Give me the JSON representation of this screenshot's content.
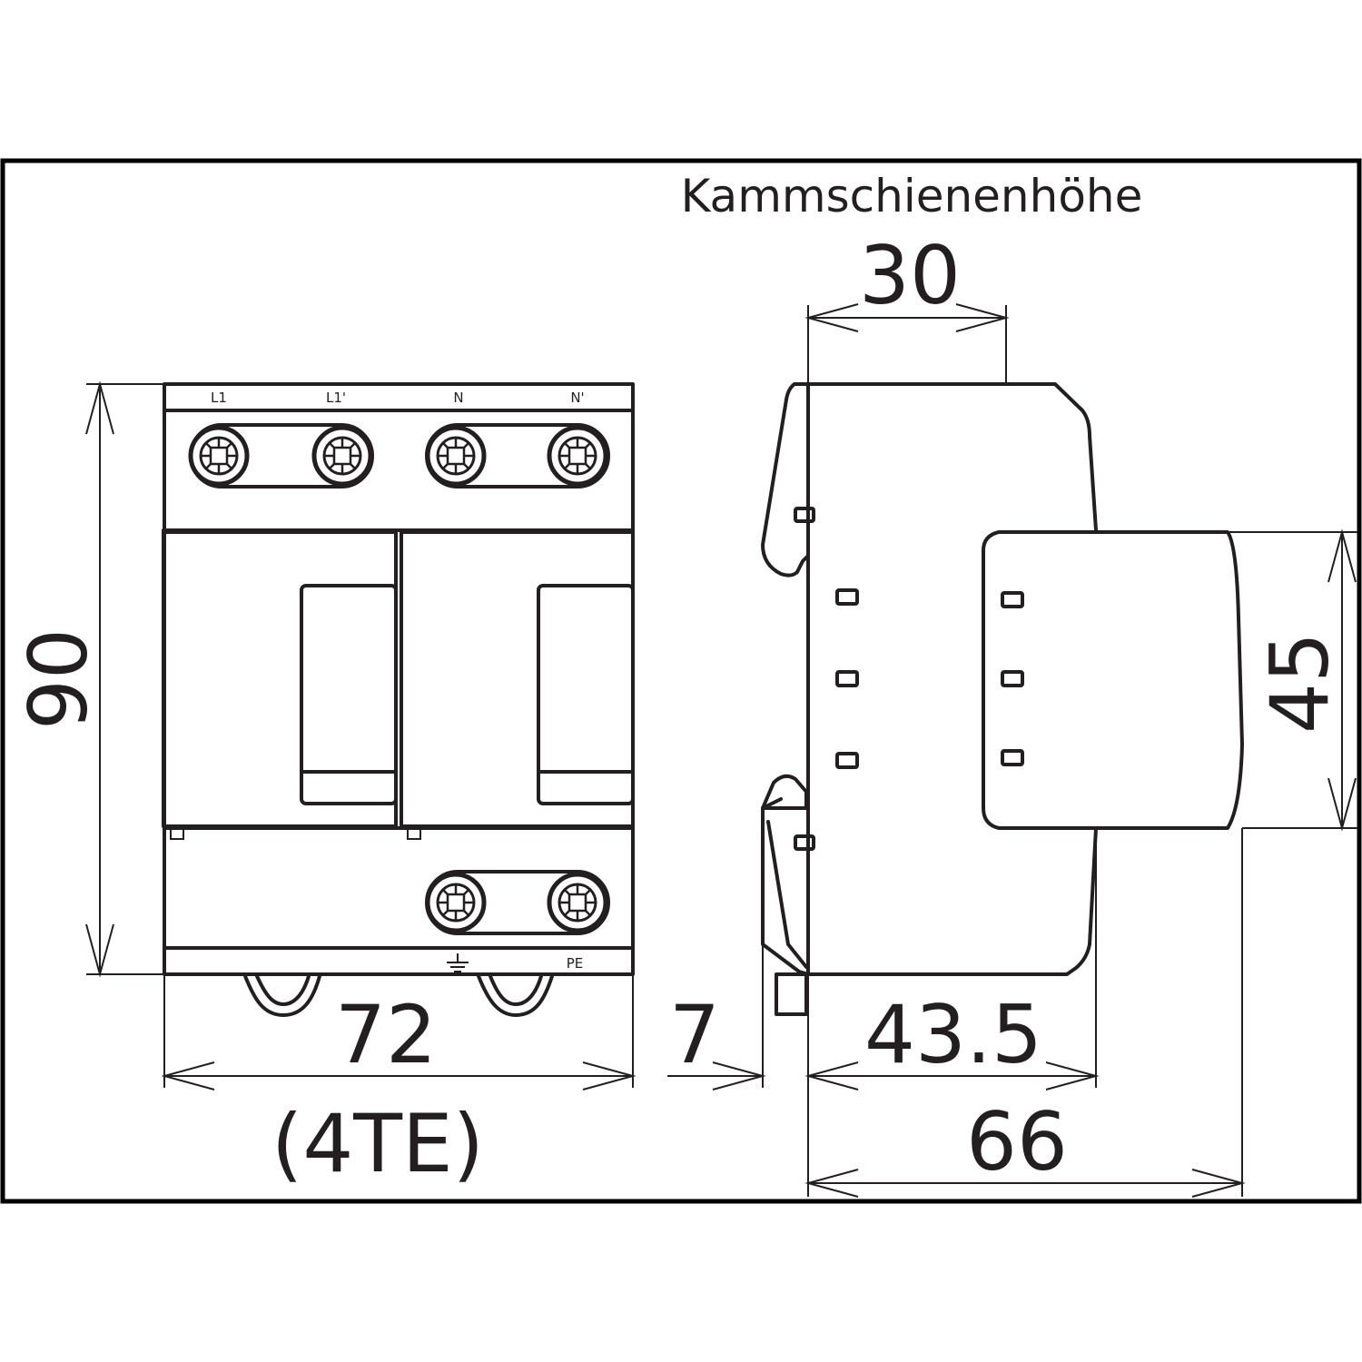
{
  "caption": "Kammschienenhöhe",
  "dimensions": {
    "height": "90",
    "width": "72",
    "width_units": "(4TE)",
    "offset": "7",
    "depth_front": "43.5",
    "depth_total": "66",
    "rail_height": "30",
    "cap_height": "45"
  },
  "terminals": {
    "top": [
      "L1",
      "L1'",
      "N",
      "N'"
    ],
    "bottom_pe": "PE"
  },
  "icons": {
    "earth": "earth-ground-icon",
    "screw": "screw-terminal-icon"
  },
  "colors": {
    "line": "#231f20",
    "frame": "#000000",
    "background": "#ffffff"
  }
}
